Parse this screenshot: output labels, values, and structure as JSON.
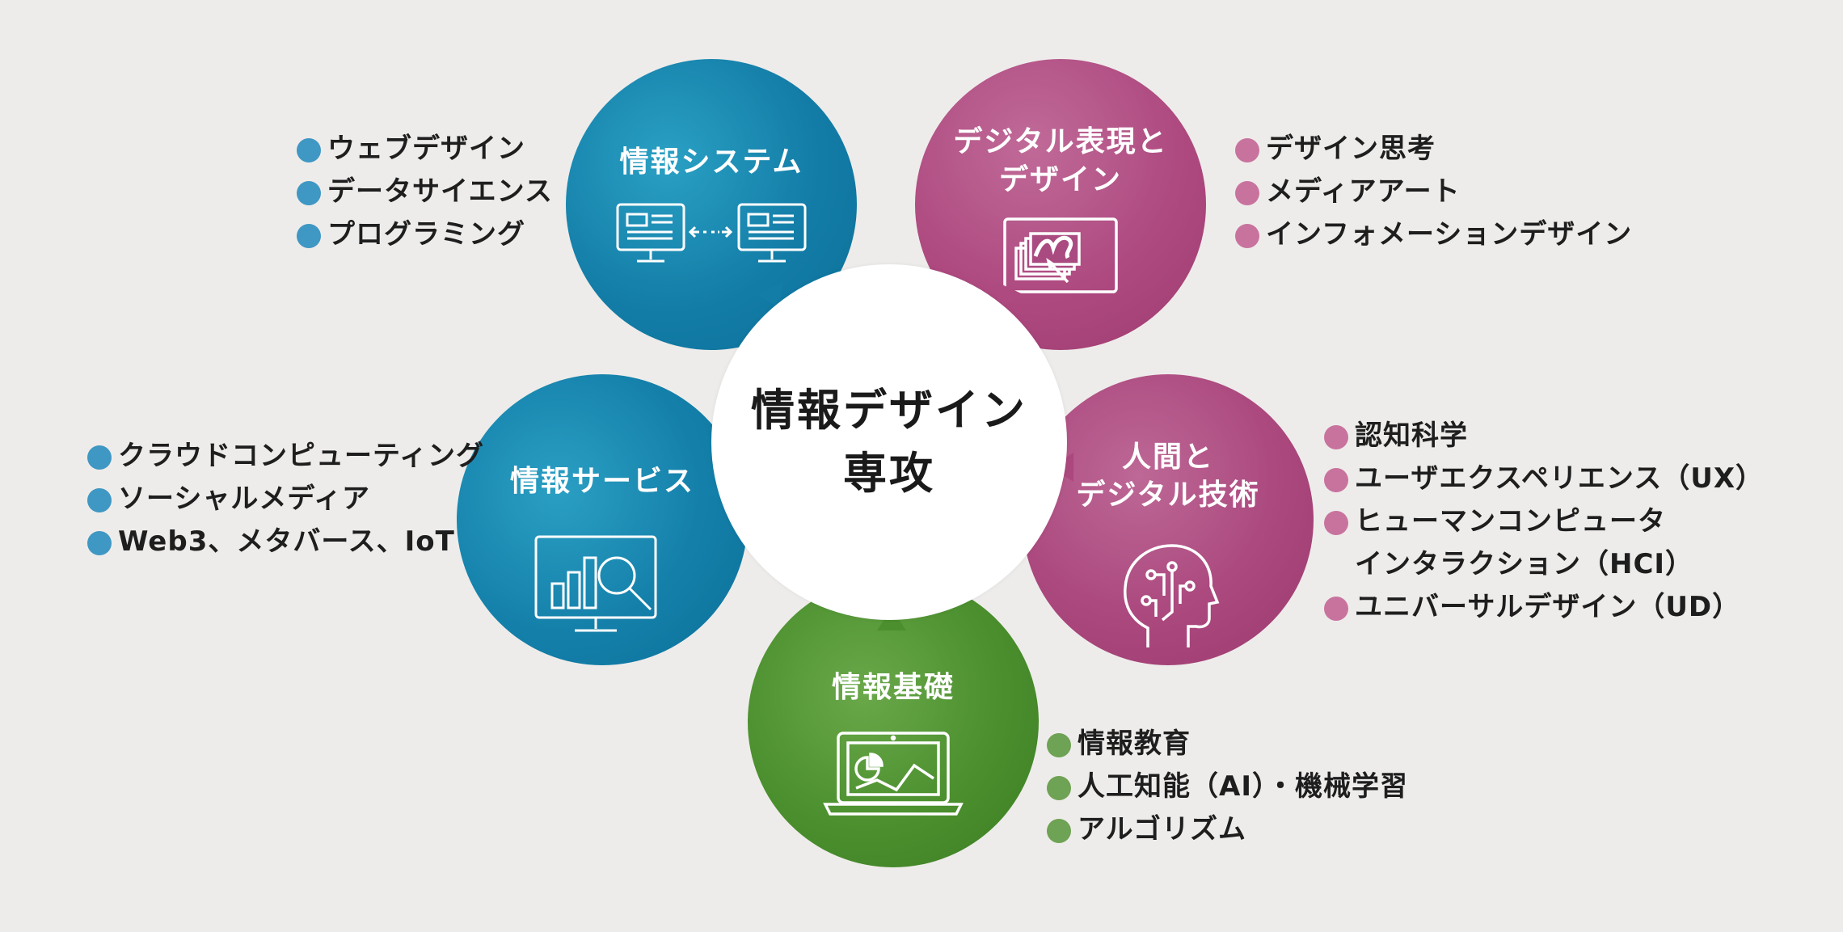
{
  "diagram": {
    "center": {
      "line1": "情報デザイン",
      "line2": "専攻"
    },
    "nodes": {
      "system": {
        "title": "情報システム",
        "icon": "linked-monitors-icon",
        "color": "#137da7"
      },
      "digital": {
        "line1": "デジタル表現と",
        "line2": "デザイン",
        "icon": "digital-art-icon",
        "color": "#ae4a80"
      },
      "service": {
        "title": "情報サービス",
        "icon": "chart-analysis-monitor-icon",
        "color": "#1480aa"
      },
      "human": {
        "line1": "人間と",
        "line2": "デジタル技術",
        "icon": "ai-head-circuit-icon",
        "color": "#ab487e"
      },
      "basic": {
        "title": "情報基礎",
        "icon": "laptop-chart-icon",
        "color": "#4b8f2e"
      }
    },
    "lists": {
      "system": [
        "ウェブデザイン",
        "データサイエンス",
        "プログラミング"
      ],
      "digital": [
        "デザイン思考",
        "メディアアート",
        "インフォメーションデザイン"
      ],
      "service": [
        "クラウドコンピューティング",
        "ソーシャルメディア",
        "Web3、メタバース、IoT"
      ],
      "human": [
        "認知科学",
        "ユーザエクスペリエンス（UX）",
        "ヒューマンコンピュータ",
        "インタラクション（HCI）",
        "ユニバーサルデザイン（UD）"
      ],
      "basic": [
        "情報教育",
        "人工知能（AI）・機械学習",
        "アルゴリズム"
      ]
    }
  }
}
